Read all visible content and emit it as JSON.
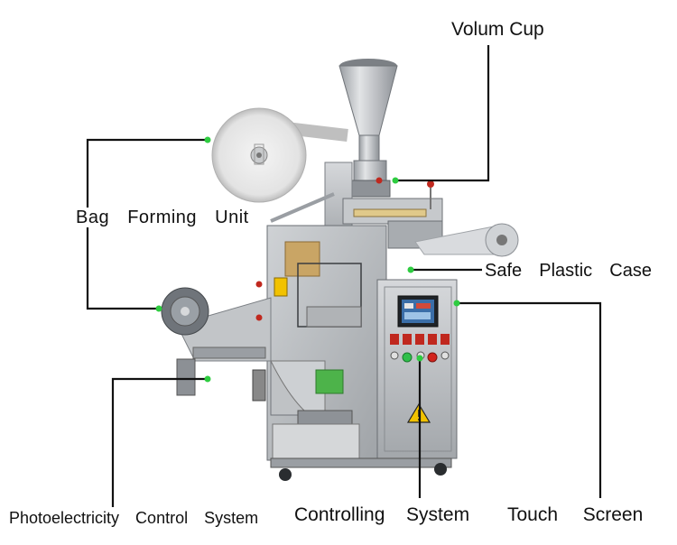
{
  "labels": {
    "volum_cup": "Volum Cup",
    "bag_forming_unit": "Bag  Forming  Unit",
    "safe_plastic_case": "Safe  Plastic  Case",
    "photoelectricity_control_system": "Photoelectricity  Control  System",
    "controlling_system": "Controlling  System",
    "touch_screen": "Touch  Screen"
  },
  "colors": {
    "leader_line": "#111111",
    "marker_dot": "#2ecc40",
    "machine_steel": "#b9bcc0",
    "warning_sign": "#f2c200",
    "button_red": "#d2221c",
    "button_green": "#2fbf4a"
  },
  "icons": [
    "warning-triangle-icon",
    "power-button-icon"
  ]
}
